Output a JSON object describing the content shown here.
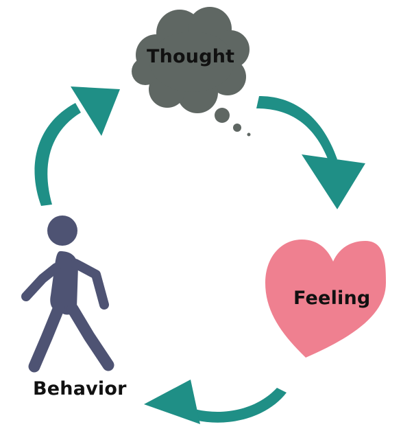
{
  "nodes": {
    "thought": {
      "label": "Thought",
      "icon": "thought-cloud-icon",
      "color": "#5f6763"
    },
    "feeling": {
      "label": "Feeling",
      "icon": "heart-icon",
      "color": "#ef8090"
    },
    "behavior": {
      "label": "Behavior",
      "icon": "walking-person-icon",
      "color": "#4e5373"
    }
  },
  "arrows": {
    "color": "#1f8f86",
    "icon": "curved-arrow-icon",
    "sequence": [
      "thought",
      "feeling",
      "behavior",
      "thought"
    ]
  }
}
